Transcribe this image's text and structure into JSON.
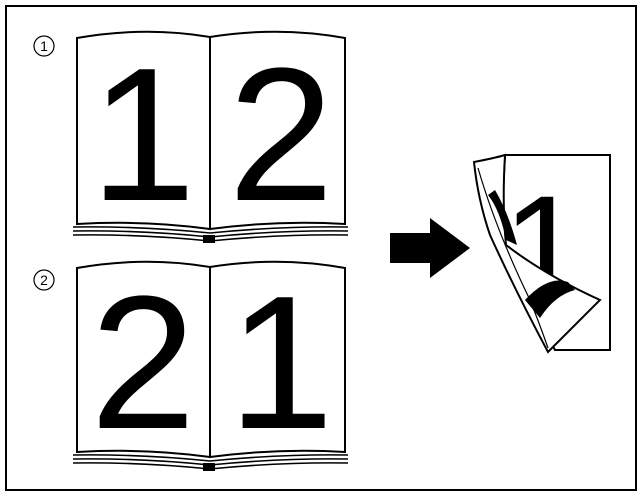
{
  "markers": {
    "first": "1",
    "second": "2"
  },
  "books": {
    "book_1": {
      "left_page": "1",
      "right_page": "2"
    },
    "book_2": {
      "left_page": "2",
      "right_page": "1"
    }
  },
  "peeled_page": {
    "visible_numeral": "1"
  },
  "icons": {
    "arrow": "arrow-right-icon"
  }
}
